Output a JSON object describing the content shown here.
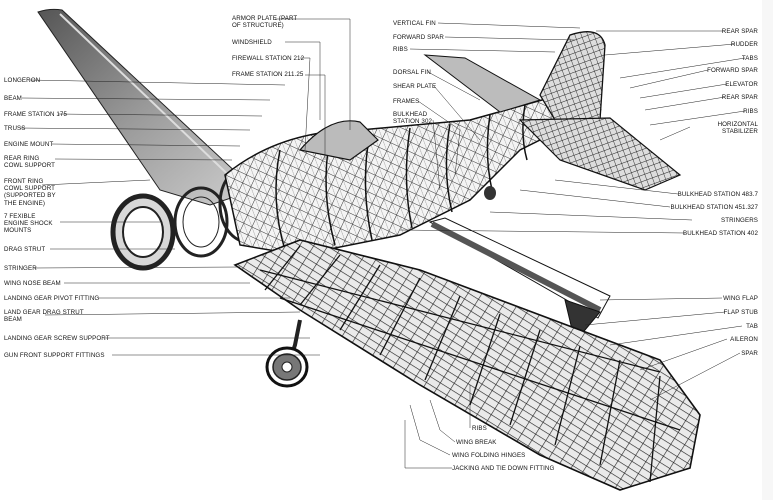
{
  "labels_left": [
    "LONGERON",
    "BEAM",
    "FRAME STATION 175",
    "TRUSS",
    "ENGINE MOUNT",
    "REAR RING COWL SUPPORT",
    "FRONT RING COWL SUPPORT (SUPPORTED BY THE ENGINE)",
    "7 FEXIBLE ENGINE SHOCK MOUNTS",
    "DRAG STRUT",
    "STRINGER",
    "WING NOSE BEAM",
    "LANDING GEAR PIVOT FITTING",
    "LAND GEAR DRAG STRUT BEAM",
    "LANDING GEAR SCREW SUPPORT",
    "GUN FRONT SUPPORT FITTINGS"
  ],
  "labels_top": [
    "ARMOR PLATE (PART OF STRUCTURE)",
    "WINDSHIELD",
    "FIREWALL STATION 212",
    "FRAME STATION 211.25"
  ],
  "labels_center": [
    "VERTICAL FIN",
    "FORWARD SPAR",
    "RIBS",
    "DORSAL FIN",
    "SHEAR PLATE",
    "FRAMES",
    "BULKHEAD STATION 302"
  ],
  "labels_right": [
    "REAR SPAR",
    "RUDDER",
    "TABS",
    "FORWARD SPAR",
    "ELEVATOR",
    "REAR SPAR",
    "RIBS",
    "HORIZONTAL STABILIZER",
    "BULKHEAD STATION 483.7",
    "BULKHEAD STATION 451.327",
    "STRINGERS",
    "BULKHEAD STATION 402",
    "WING FLAP",
    "FLAP STUB",
    "TAB",
    "AILERON",
    "SPAR"
  ],
  "labels_bottom": [
    "RIBS",
    "WING BREAK",
    "WING FOLDING HINGES",
    "JACKING AND TIE DOWN FITTING"
  ]
}
